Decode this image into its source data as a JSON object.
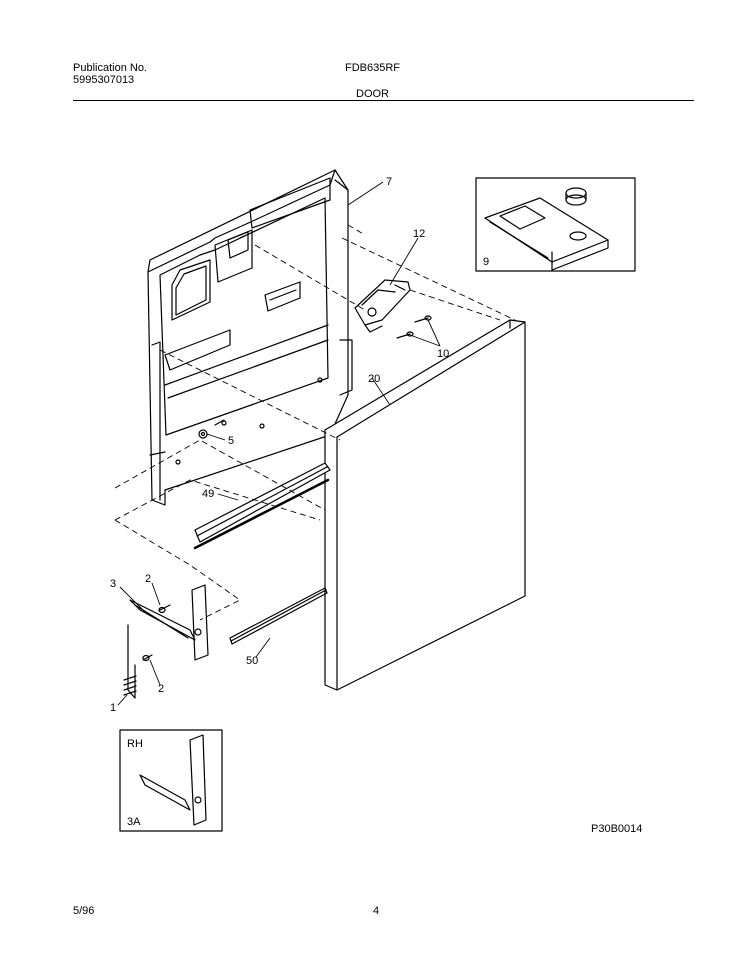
{
  "header": {
    "publication_label": "Publication No.",
    "publication_number": "5995307013",
    "model": "FDB635RF",
    "section_title": "DOOR"
  },
  "callouts": {
    "c7": "7",
    "c12": "12",
    "c9": "9",
    "c10": "10",
    "c20": "20",
    "c5": "5",
    "c49": "49",
    "c3": "3",
    "c2a": "2",
    "c2b": "2",
    "c1": "1",
    "c50": "50"
  },
  "inset": {
    "side_label": "RH",
    "part_label": "3A"
  },
  "footer": {
    "diagram_code": "P30B0014",
    "date": "5/96",
    "page_number": "4"
  }
}
